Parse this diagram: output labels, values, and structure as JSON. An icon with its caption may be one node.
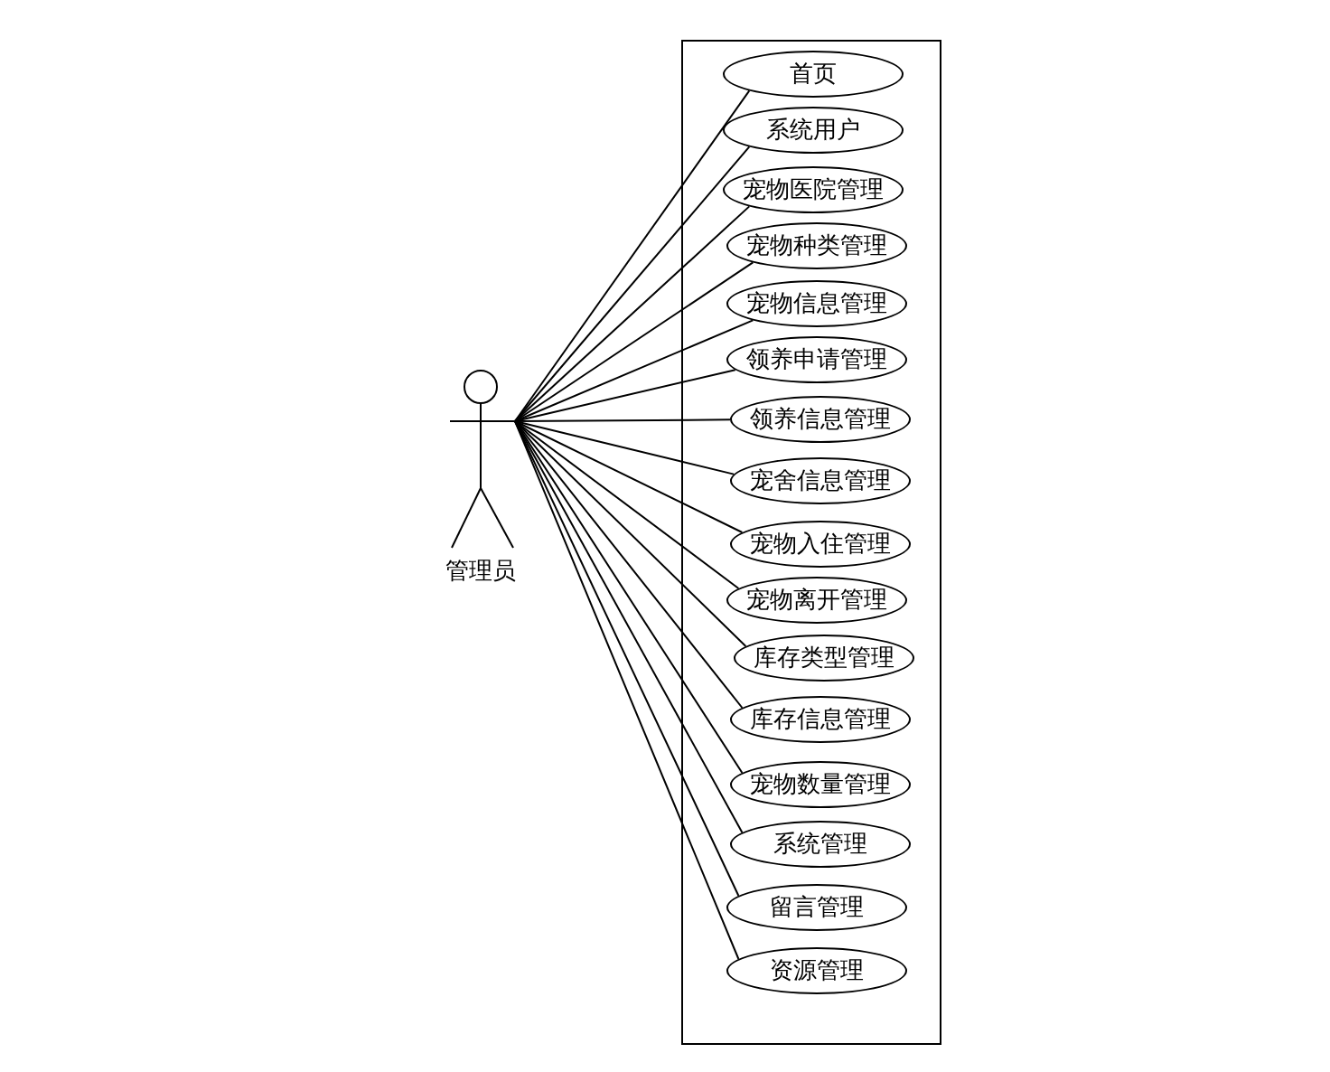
{
  "diagram": {
    "nodes": [
      {
        "text": [
          "管理员"
        ]
      },
      {
        "text": [],
        "shape": "box"
      },
      {
        "text": [
          "首页"
        ],
        "in": 1
      },
      {
        "text": [
          "系统用户"
        ],
        "in": 1
      },
      {
        "text": [
          "宠物医院管理"
        ],
        "in": 1
      },
      {
        "text": [
          "宠物种类管理"
        ],
        "in": 1
      },
      {
        "text": [
          "宠物信息管理"
        ],
        "in": 1
      },
      {
        "text": [
          "领养申请管理"
        ],
        "in": 1
      },
      {
        "text": [
          "领养信息管理"
        ],
        "in": 1
      },
      {
        "text": [
          "宠舍信息管理"
        ],
        "in": 1
      },
      {
        "text": [
          "宠物入住管理"
        ],
        "in": 1
      },
      {
        "text": [
          "宠物离开管理"
        ],
        "in": 1
      },
      {
        "text": [
          "库存类型管理"
        ],
        "in": 1
      },
      {
        "text": [
          "库存信息管理"
        ],
        "in": 1
      },
      {
        "text": [
          "宠物数量管理"
        ],
        "in": 1
      },
      {
        "text": [
          "系统管理"
        ],
        "in": 1
      },
      {
        "text": [
          "留言管理"
        ],
        "in": 1
      },
      {
        "text": [
          "资源管理"
        ],
        "in": 1
      }
    ],
    "edges": [
      {
        "from": 0,
        "to": 2,
        "arrow": "none"
      },
      {
        "from": 0,
        "to": 3,
        "arrow": "none"
      },
      {
        "from": 0,
        "to": 4,
        "arrow": "none"
      },
      {
        "from": 0,
        "to": 5,
        "arrow": "none"
      },
      {
        "from": 0,
        "to": 6,
        "arrow": "none"
      },
      {
        "from": 0,
        "to": 7,
        "arrow": "none"
      },
      {
        "from": 0,
        "to": 8,
        "arrow": "none"
      },
      {
        "from": 0,
        "to": 9,
        "arrow": "none"
      },
      {
        "from": 0,
        "to": 10,
        "arrow": "none"
      },
      {
        "from": 0,
        "to": 11,
        "arrow": "none"
      },
      {
        "from": 0,
        "to": 12,
        "arrow": "none"
      },
      {
        "from": 0,
        "to": 13,
        "arrow": "none"
      },
      {
        "from": 0,
        "to": 14,
        "arrow": "none"
      },
      {
        "from": 0,
        "to": 15,
        "arrow": "none"
      },
      {
        "from": 0,
        "to": 16,
        "arrow": "none"
      },
      {
        "from": 0,
        "to": 17,
        "arrow": "none"
      }
    ]
  }
}
